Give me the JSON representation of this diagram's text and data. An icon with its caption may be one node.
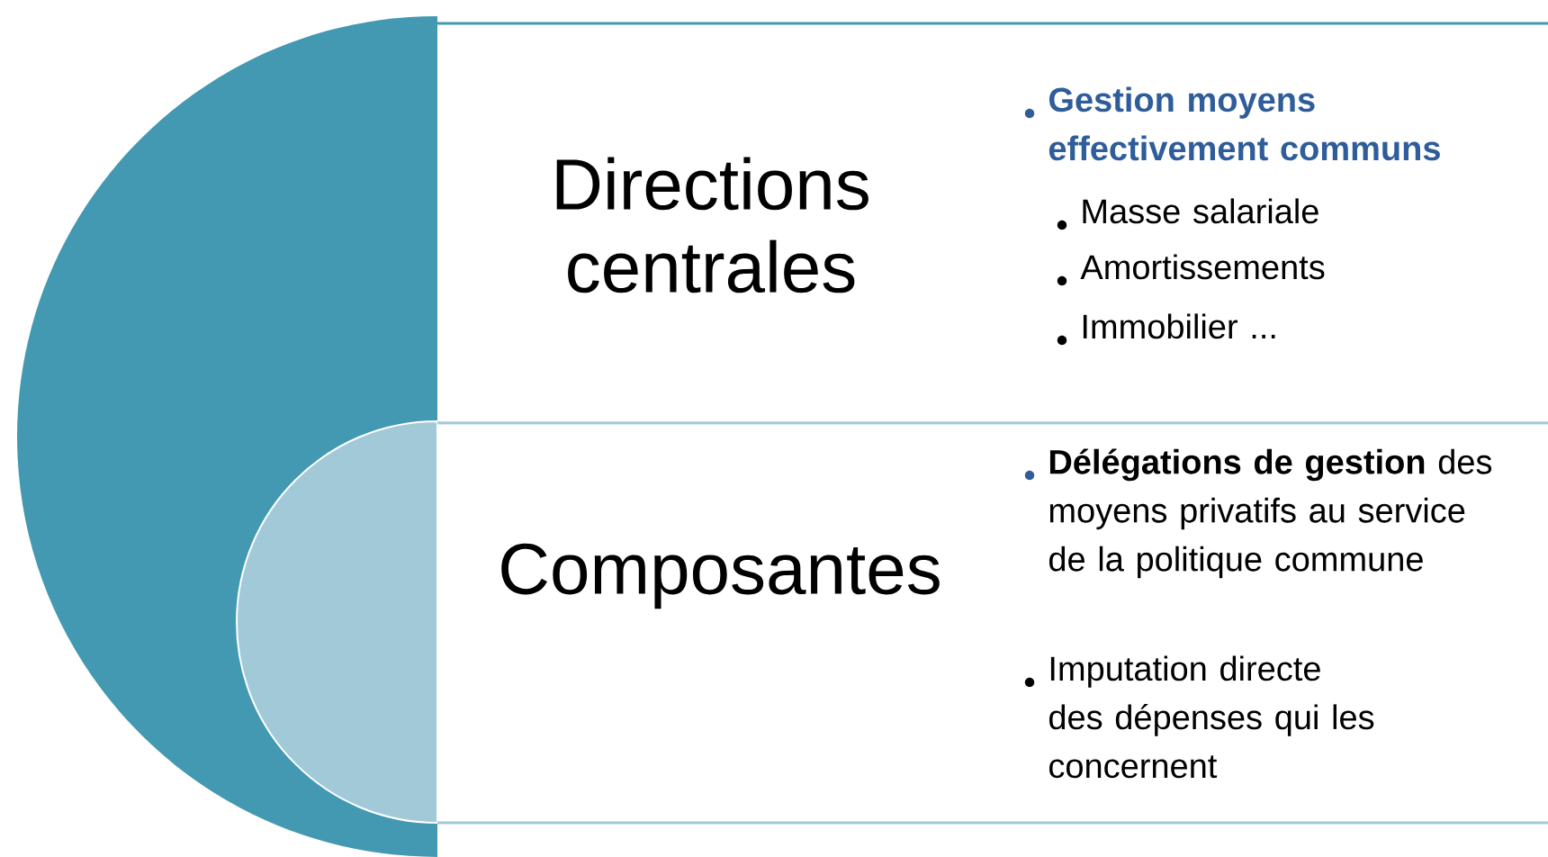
{
  "diagram": {
    "nodes": [
      {
        "text": [
          "Directions centrales",
          "Gestion moyens effectivement communs",
          "Masse salariale",
          "Amortissements",
          "Immobilier ..."
        ]
      },
      {
        "text": [
          "Composantes",
          "**Délégations de gestion** des moyens privatifs au service de la politique commune",
          "Imputation directe des dépenses qui les concernent"
        ]
      }
    ]
  }
}
